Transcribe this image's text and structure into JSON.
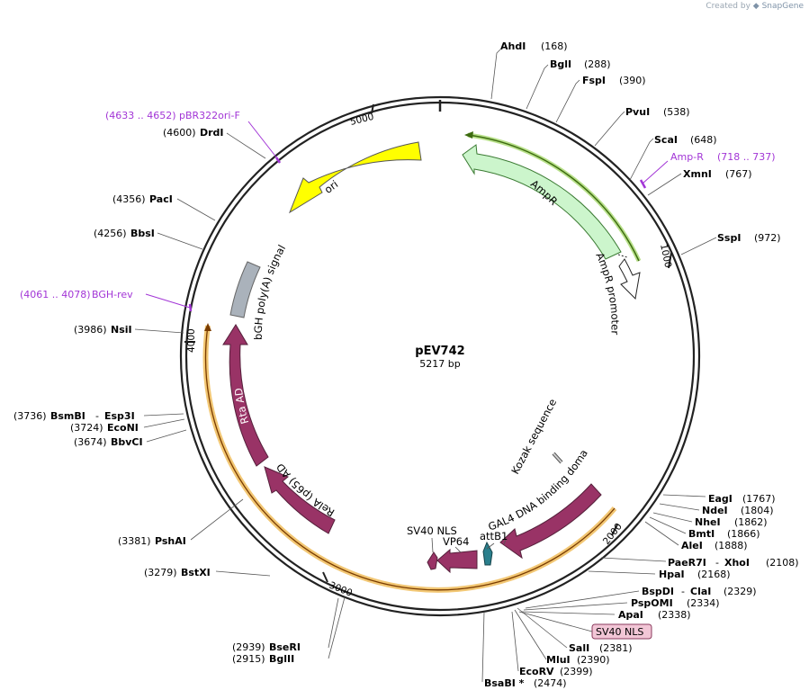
{
  "credit": {
    "prefix": "Created by",
    "brand": "SnapGene"
  },
  "plasmid": {
    "name": "pEV742",
    "size_label": "5217 bp",
    "length": 5217
  },
  "ticks": [
    "1000",
    "2000",
    "3000",
    "4000",
    "5000"
  ],
  "features": {
    "ampr": "AmpR",
    "ampr_promoter": "AmpR promoter",
    "ori": "ori",
    "bgh": "bGH poly(A) signal",
    "rta": "Rta AD",
    "rela": "RelA (p65) AD",
    "sv40_nls": "SV40 NLS",
    "vp64": "VP64",
    "attb1": "attB1",
    "gal4": "GAL4 DNA binding domain",
    "kozak": "Kozak sequence"
  },
  "highlight_label": "SV40 NLS",
  "primers": [
    {
      "range": "(4633 .. 4652)",
      "name": "pBR322ori-F"
    },
    {
      "range": "(718 .. 737)",
      "name": "Amp-R"
    },
    {
      "range": "(4061 .. 4078)",
      "name": "BGH-rev"
    }
  ],
  "sites": {
    "ahdi": {
      "name": "AhdI",
      "pos": "(168)"
    },
    "bgli": {
      "name": "BglI",
      "pos": "(288)"
    },
    "fspi": {
      "name": "FspI",
      "pos": "(390)"
    },
    "pvui": {
      "name": "PvuI",
      "pos": "(538)"
    },
    "scai": {
      "name": "ScaI",
      "pos": "(648)"
    },
    "xmni": {
      "name": "XmnI",
      "pos": "(767)"
    },
    "sspi": {
      "name": "SspI",
      "pos": "(972)"
    },
    "eagi": {
      "name": "EagI",
      "pos": "(1767)"
    },
    "ndei": {
      "name": "NdeI",
      "pos": "(1804)"
    },
    "nhei": {
      "name": "NheI",
      "pos": "(1862)"
    },
    "bmti": {
      "name": "BmtI",
      "pos": "(1866)"
    },
    "alei": {
      "name": "AleI",
      "pos": "(1888)"
    },
    "paer7i": {
      "name": "PaeR7I",
      "name2": "XhoI",
      "pos": "(2108)"
    },
    "hpai": {
      "name": "HpaI",
      "pos": "(2168)"
    },
    "bspdi": {
      "name": "BspDI",
      "name2": "ClaI",
      "pos": "(2329)"
    },
    "pspomi": {
      "name": "PspOMI",
      "pos": "(2334)"
    },
    "apai": {
      "name": "ApaI",
      "pos": "(2338)"
    },
    "sali": {
      "name": "SalI",
      "pos": "(2381)"
    },
    "mlui": {
      "name": "MluI",
      "pos": "(2390)"
    },
    "ecorv": {
      "name": "EcoRV",
      "pos": "(2399)"
    },
    "bsabi": {
      "name": "BsaBI *",
      "pos": "(2474)"
    },
    "bseri": {
      "name": "BseRI",
      "pos": "(2939)"
    },
    "bglii": {
      "name": "BglII",
      "pos": "(2915)"
    },
    "bstxi": {
      "name": "BstXI",
      "pos": "(3279)"
    },
    "pshai": {
      "name": "PshAI",
      "pos": "(3381)"
    },
    "bbvci": {
      "name": "BbvCI",
      "pos": "(3674)"
    },
    "econi": {
      "name": "EcoNI",
      "pos": "(3724)"
    },
    "bsmbi": {
      "name": "BsmBI",
      "name2": "Esp3I",
      "pos": "(3736)"
    },
    "nsii": {
      "name": "NsiI",
      "pos": "(3986)"
    },
    "bbsi": {
      "name": "BbsI",
      "pos": "(4256)"
    },
    "paci": {
      "name": "PacI",
      "pos": "(4356)"
    },
    "drdi": {
      "name": "DrdI",
      "pos": "(4600)"
    }
  },
  "colors": {
    "backbone": "#222222",
    "ampr_fill": "#ccf5cc",
    "ampr_outline": "#3a7a32",
    "ori_fill": "#ffff00",
    "cds_fill": "#993366",
    "polyA_fill": "#aab2bb",
    "attb_fill": "#2a7f8c",
    "orf_outline": "#e8a93a",
    "orf_green": "#6aa818",
    "primer": "#a235d6",
    "highlight_fill": "#f2c6d6"
  }
}
